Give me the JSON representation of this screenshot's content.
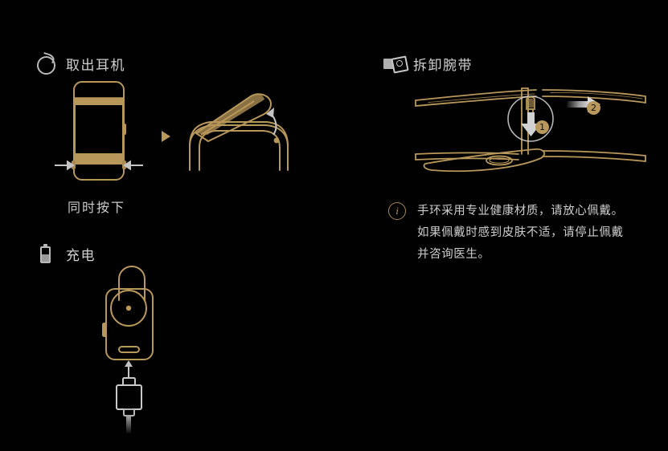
{
  "page": {
    "background_color": "#000000",
    "gold_color": "#b8975a",
    "gray_color": "#c9c9c9"
  },
  "sections": {
    "remove_earphone": {
      "icon": "earbud-icon",
      "title": "取出耳机",
      "caption": "同时按下",
      "separator": "triangle-right-icon",
      "arrows": [
        "arrow-left-icon",
        "arrow-right-icon",
        "arrow-curve-up-icon"
      ]
    },
    "charging": {
      "icon": "battery-icon",
      "title": "充电",
      "arrow": "arrow-up-icon"
    },
    "remove_band": {
      "icon": "band-module-icon",
      "title": "拆卸腕带",
      "steps": [
        {
          "number": "1",
          "arrow": "arrow-down-icon"
        },
        {
          "number": "2",
          "arrow": "arrow-right-icon"
        }
      ]
    },
    "note": {
      "icon": "info-icon",
      "lines": [
        "手环采用专业健康材质，请放心佩戴。",
        "如果佩戴时感到皮肤不适，请停止佩戴",
        "并咨询医生。"
      ]
    }
  }
}
